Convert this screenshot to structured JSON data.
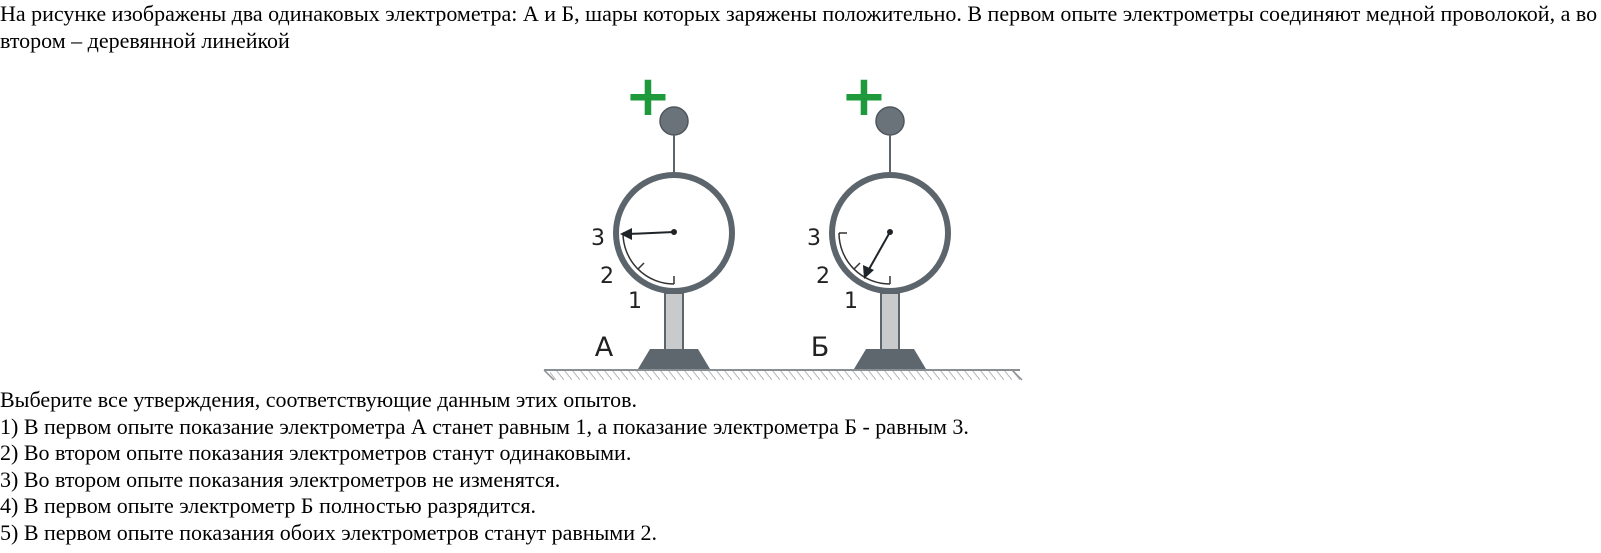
{
  "intro_text": "На рисунке изображены два одинаковых электрометра: А и Б, шары которых заряжены положительно. В первом опыте электрометры соединяют медной проволокой, а во втором – деревянной линейкой",
  "figure": {
    "left_electrometer": {
      "label": "А",
      "charge_sign": "+",
      "scale_labels": [
        "3",
        "2",
        "1"
      ],
      "reading": 3
    },
    "right_electrometer": {
      "label": "Б",
      "charge_sign": "+",
      "scale_labels": [
        "3",
        "2",
        "1"
      ],
      "reading": 1
    },
    "colors": {
      "charge_sign": "#1e9a3c",
      "ball": "#6b737a",
      "ring": "#5d656c",
      "stand": "#c8cacb",
      "base": "#5f676e",
      "ground": "#8a8f94"
    }
  },
  "question_text": "Выберите все утверждения, соответствующие данным этих опытов.",
  "options": [
    "1) В первом опыте показание электрометра А станет равным 1, а показание электрометра Б - равным 3.",
    "2) Во втором опыте показания электрометров станут одинаковыми.",
    "3) Во втором опыте показания электрометров не изменятся.",
    "4) В первом опыте электрометр Б полностью разрядится.",
    "5) В первом опыте показания обоих электрометров станут равными 2."
  ]
}
